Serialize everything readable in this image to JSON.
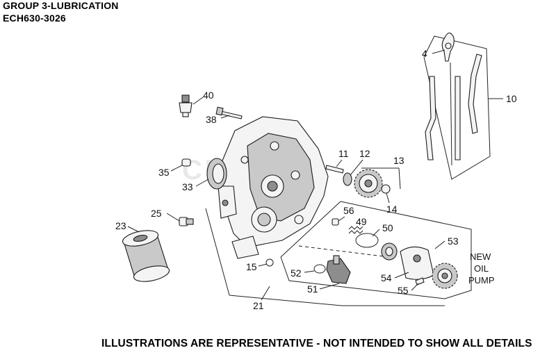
{
  "header": {
    "title": "GROUP 3-LUBRICATION",
    "model": "ECH630-3026"
  },
  "footer": {
    "disclaimer": "ILLUSTRATIONS ARE REPRESENTATIVE - NOT INTENDED TO SHOW ALL DETAILS"
  },
  "watermark": "CUPSRU",
  "note": {
    "line1": "NEW",
    "line2": "OIL",
    "line3": "PUMP"
  },
  "callouts": {
    "c4": "4",
    "c10": "10",
    "c40": "40",
    "c38": "38",
    "c11": "11",
    "c12": "12",
    "c13": "13",
    "c14": "14",
    "c35": "35",
    "c33": "33",
    "c25": "25",
    "c23": "23",
    "c56": "56",
    "c49": "49",
    "c50": "50",
    "c53": "53",
    "c15": "15",
    "c52": "52",
    "c51": "51",
    "c54": "54",
    "c55": "55",
    "c21": "21"
  }
}
